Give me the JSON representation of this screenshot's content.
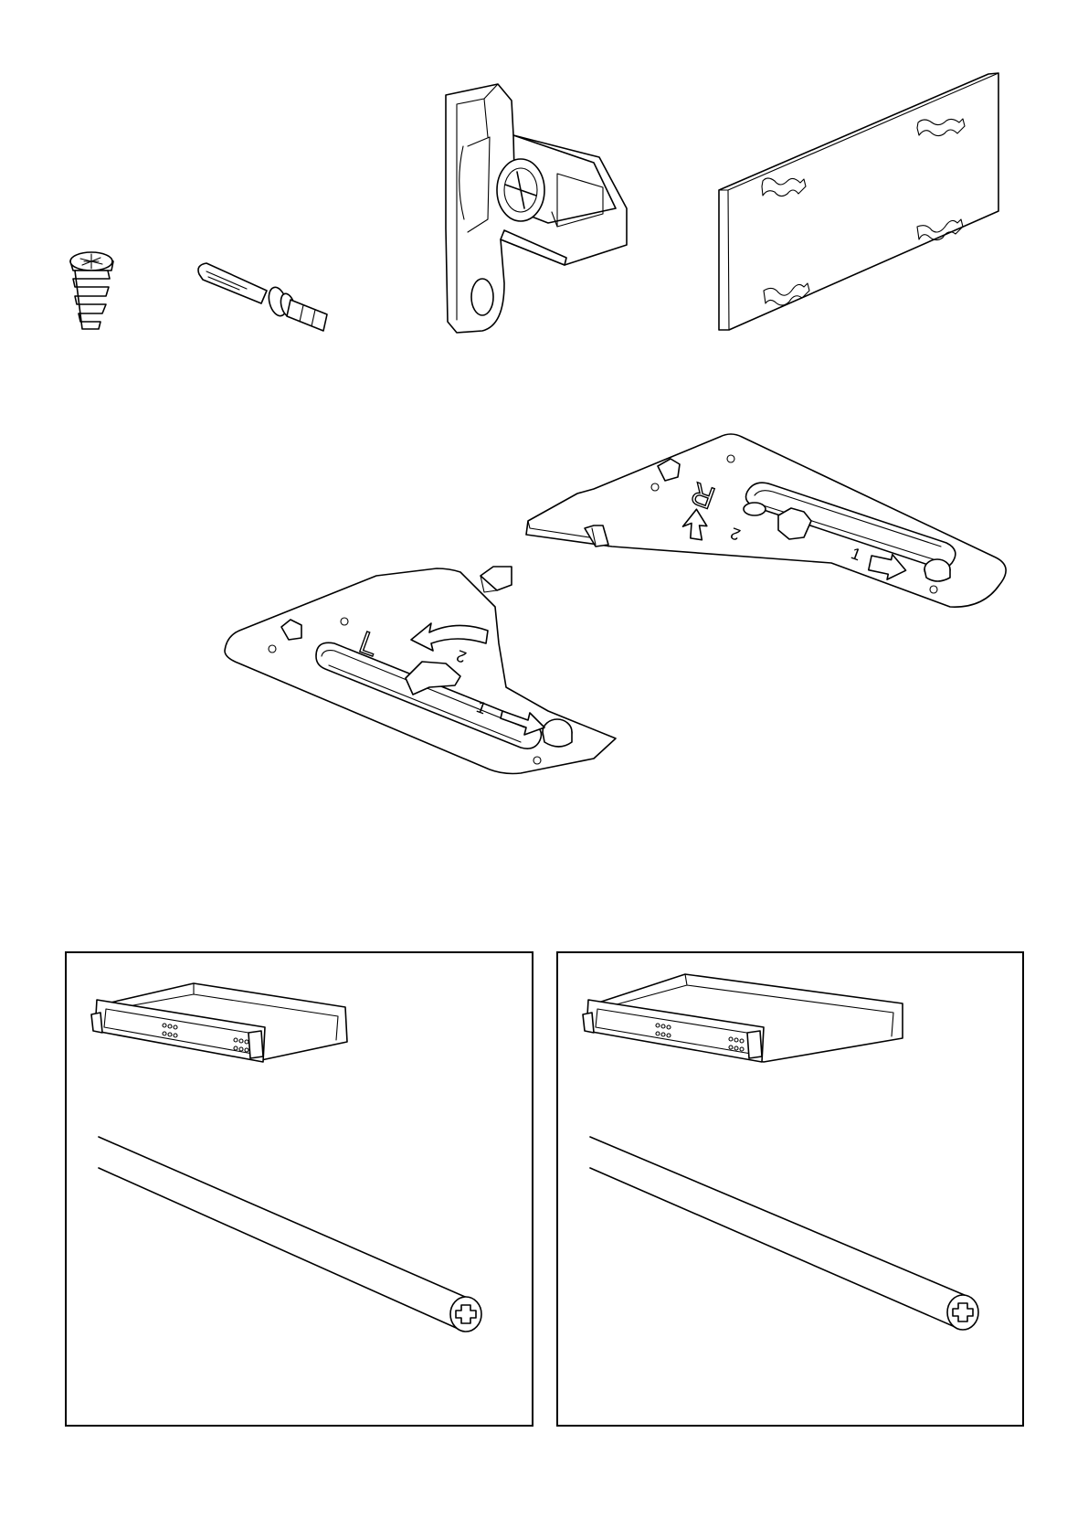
{
  "brackets": {
    "left_label": "L",
    "right_label": "R",
    "step_one": "1",
    "step_two": "2"
  },
  "icons": {
    "cam_dowel": "cam-dowel-icon",
    "connector_pin": "connector-pin-icon",
    "mounting_bracket": "mounting-bracket-icon",
    "back_panel": "back-panel-with-clips-icon",
    "left_bracket": "left-drawer-bracket-icon",
    "right_bracket": "right-drawer-bracket-icon",
    "drawer": "drawer-icon",
    "rod": "rod-icon"
  }
}
